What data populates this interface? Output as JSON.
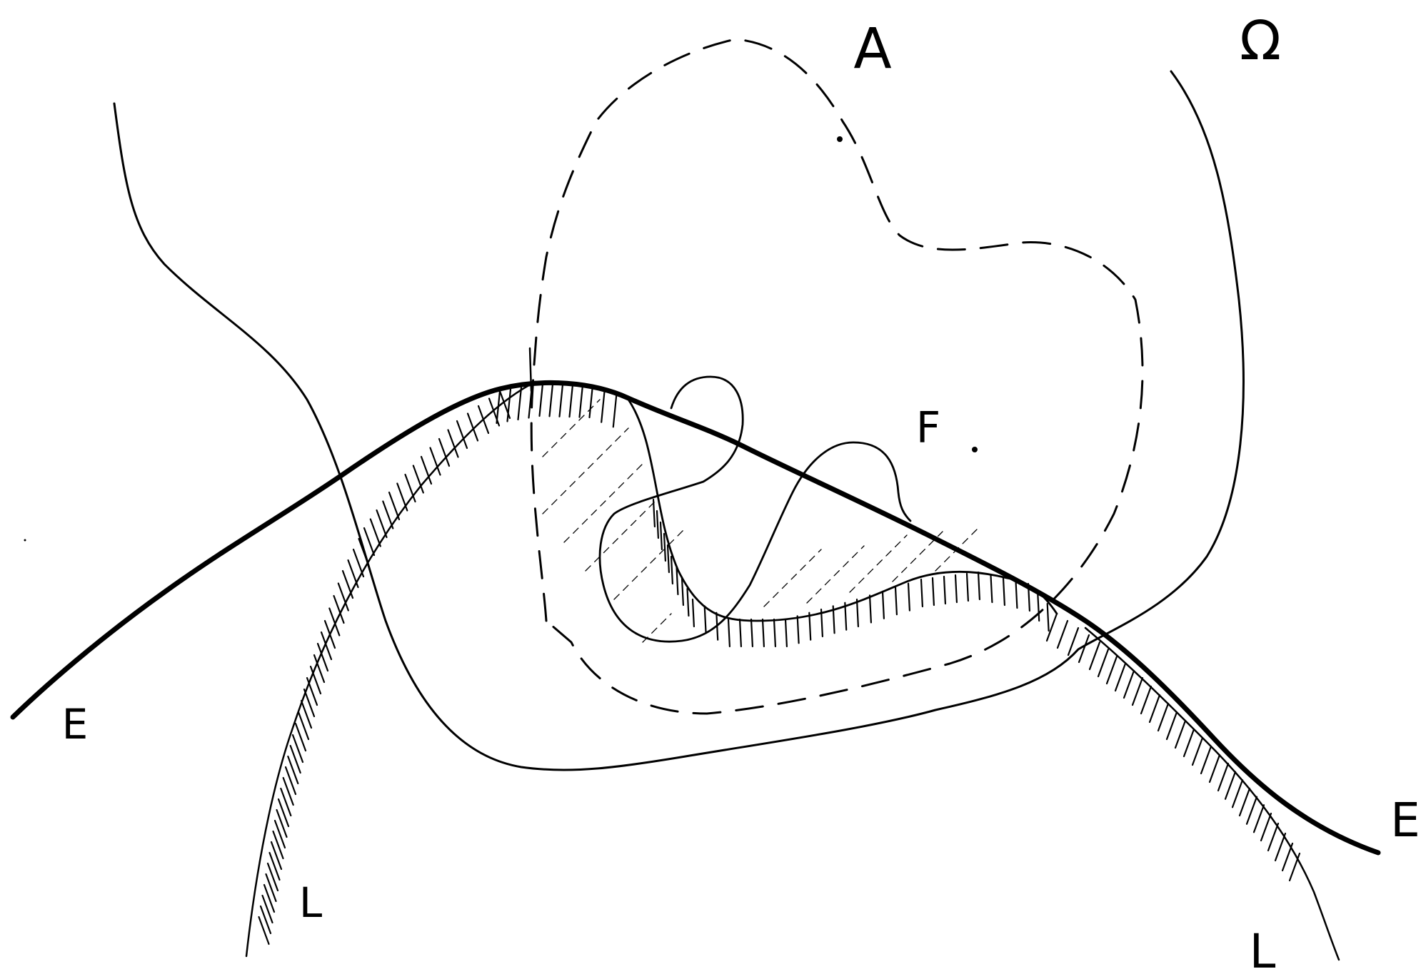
{
  "labels": {
    "A": "A",
    "Omega": "Ω",
    "F": "F",
    "E_left": "E",
    "E_right": "E",
    "L_left": "L",
    "L_right": "L"
  },
  "colors": {
    "ink": "#000000",
    "background": "#ffffff"
  }
}
